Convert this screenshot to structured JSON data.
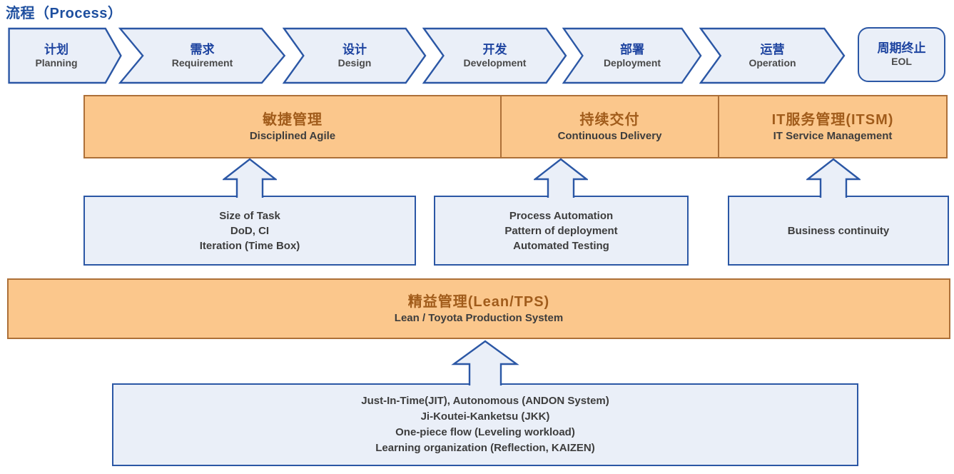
{
  "title": "流程（Process）",
  "process_flow": {
    "steps": [
      {
        "zh": "计划",
        "en": "Planning"
      },
      {
        "zh": "需求",
        "en": "Requirement"
      },
      {
        "zh": "设计",
        "en": "Design"
      },
      {
        "zh": "开发",
        "en": "Development"
      },
      {
        "zh": "部署",
        "en": "Deployment"
      },
      {
        "zh": "运营",
        "en": "Operation"
      }
    ],
    "eol": {
      "zh": "周期终止",
      "en": "EOL"
    }
  },
  "method_band": {
    "sections": [
      {
        "zh": "敏捷管理",
        "en": "Disciplined Agile"
      },
      {
        "zh": "持续交付",
        "en": "Continuous Delivery"
      },
      {
        "zh": "IT服务管理(ITSM)",
        "en": "IT Service Management"
      }
    ]
  },
  "practice_boxes": [
    {
      "lines": [
        "Size of Task",
        "DoD, CI",
        "Iteration (Time Box)"
      ]
    },
    {
      "lines": [
        "Process Automation",
        "Pattern of deployment",
        "Automated Testing"
      ]
    },
    {
      "lines": [
        "Business continuity"
      ]
    }
  ],
  "lean_band": {
    "zh": "精益管理(Lean/TPS)",
    "en": "Lean / Toyota Production System"
  },
  "lean_practice_box": {
    "lines": [
      "Just-In-Time(JIT), Autonomous (ANDON System)",
      "Ji-Koutei-Kanketsu (JKK)",
      "One-piece flow (Leveling workload)",
      "Learning organization (Reflection, KAIZEN)"
    ]
  },
  "colors": {
    "title-blue": "#1E4F9F",
    "blue-border": "#2B57A5",
    "blue-fill": "#EAEFF8",
    "blue-zh": "#1E44A0",
    "orange-fill": "#FBC78C",
    "orange-border": "#AD7038",
    "orange-zh": "#A15C1B",
    "dark-text": "#3D3D3D"
  }
}
